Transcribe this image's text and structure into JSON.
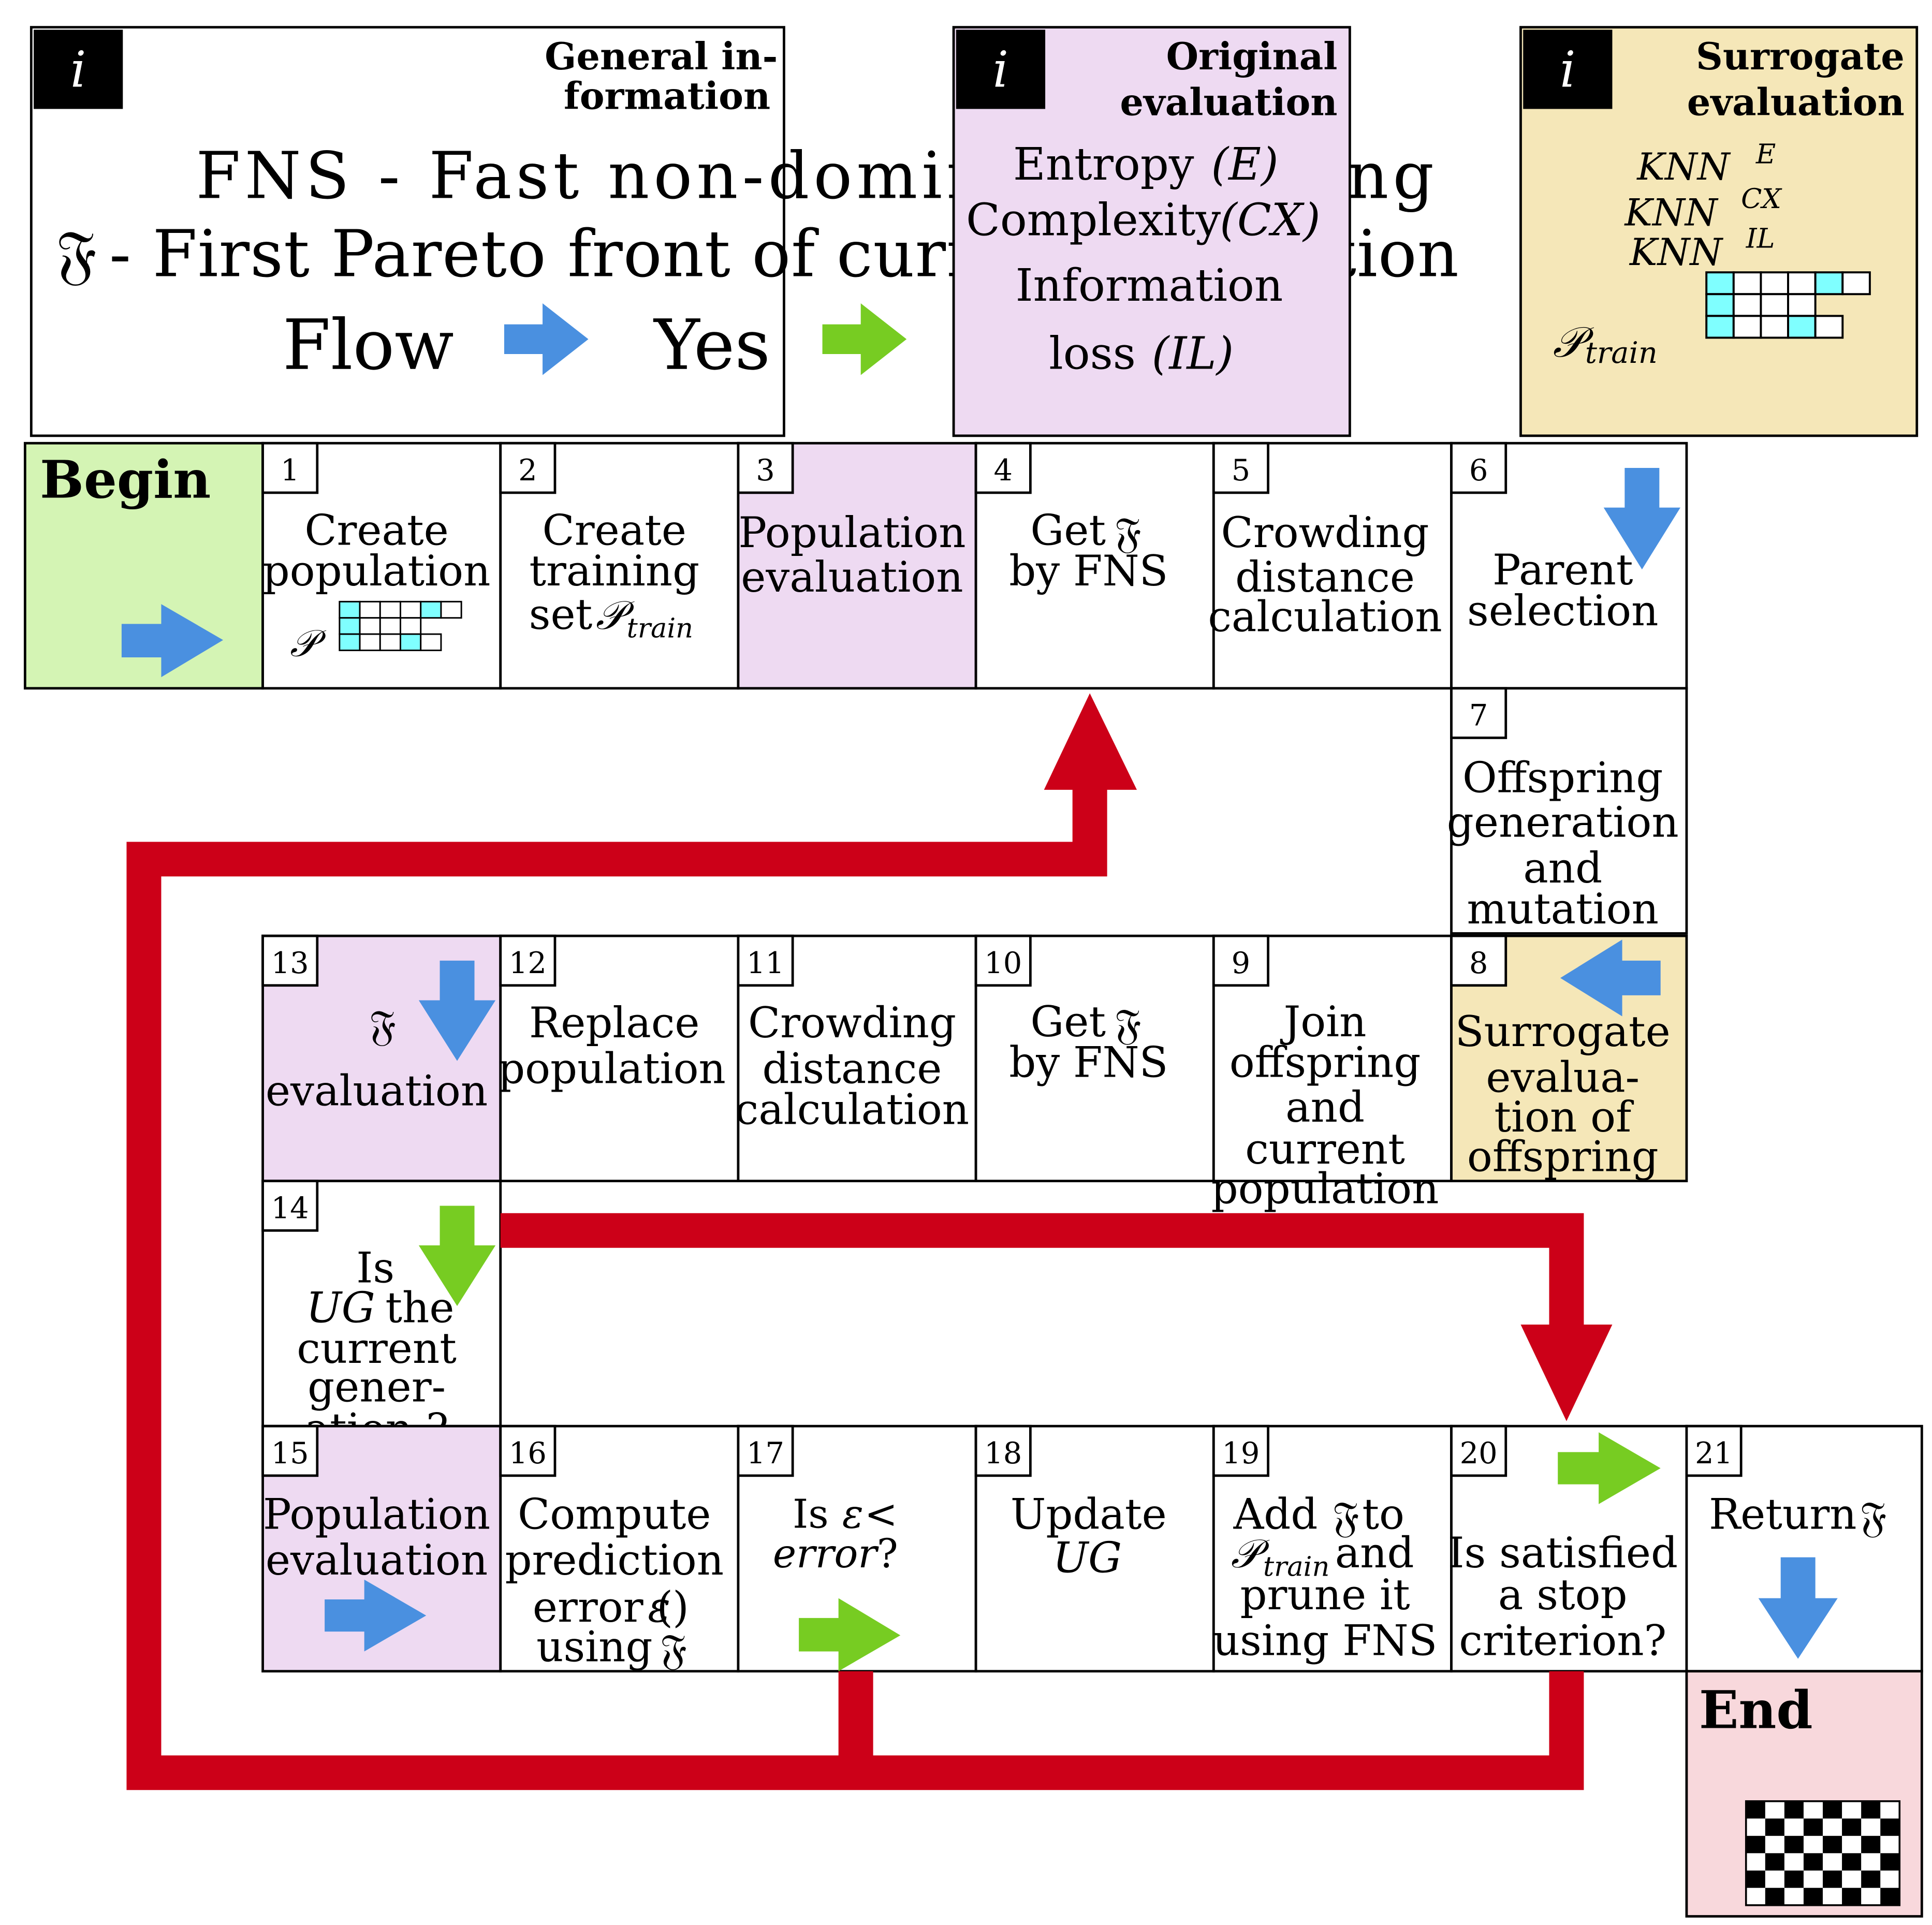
{
  "colors": {
    "blue_arrow": "#4a90e0",
    "green_arrow": "#77cc22",
    "red_arrow": "#cc0018",
    "purple_fill": "#eedaf2",
    "yellow_fill": "#f5e7b8",
    "green_fill": "#d4f4b4",
    "pink_fill": "#f8d8dc",
    "cyan_cell": "#7fffff",
    "info_badge": "#000000"
  },
  "icons": {
    "info": "info-i-icon",
    "flow": "blue-arrow-icon",
    "yes": "green-arrow-icon",
    "finish": "checkered-flag-icon",
    "population_grid": "population-grid-icon"
  },
  "legend": {
    "general": {
      "badge": "i",
      "title_line1": "General in-",
      "title_line2": "formation",
      "fns_line": "FNS - Fast non-dominated sorting",
      "front_symbol": "𝔉",
      "front_line": " - First Pareto front of current population",
      "flow_label": "Flow",
      "yes_label": "Yes"
    },
    "original": {
      "badge": "i",
      "title_line1": "Original",
      "title_line2": "evaluation",
      "entropy": "Entropy",
      "entropy_sym": "(E)",
      "complexity": "Complexity",
      "complexity_sym": "(CX)",
      "information": "Information",
      "loss": "loss",
      "loss_sym": "(IL)"
    },
    "surrogate": {
      "badge": "i",
      "title_line1": "Surrogate",
      "title_line2": "evaluation",
      "knn": "KNN",
      "sup_e": "E",
      "sup_cx": "CX",
      "sup_il": "IL",
      "ptrain_p": "𝒫",
      "ptrain_sub": "train"
    }
  },
  "begin": {
    "label": "Begin"
  },
  "end": {
    "label": "End"
  },
  "steps": {
    "s1": {
      "num": "1",
      "line1": "Create",
      "line2": "population",
      "sym": "𝒫"
    },
    "s2": {
      "num": "2",
      "line1": "Create",
      "line2": "training",
      "line3_prefix": "set ",
      "sym": "𝒫",
      "sub": "train"
    },
    "s3": {
      "num": "3",
      "line1": "Population",
      "line2": "evaluation"
    },
    "s4": {
      "num": "4",
      "line1": "Get",
      "sym": "𝔉",
      "line2": "by FNS"
    },
    "s5": {
      "num": "5",
      "line1": "Crowding",
      "line2": "distance",
      "line3": "calculation"
    },
    "s6": {
      "num": "6",
      "line1": "Parent",
      "line2": "selection"
    },
    "s7": {
      "num": "7",
      "line1": "Offspring",
      "line2": "generation",
      "line3": "and",
      "line4": "mutation"
    },
    "s8": {
      "num": "8",
      "line1": "Surrogate",
      "line2": "evalua-",
      "line3": "tion of",
      "line4": "offspring"
    },
    "s9": {
      "num": "9",
      "line1": "Join",
      "line2": "offspring",
      "line3": "and",
      "line4": "current",
      "line5": "population"
    },
    "s10": {
      "num": "10",
      "line1": "Get",
      "sym": "𝔉",
      "line2": "by FNS"
    },
    "s11": {
      "num": "11",
      "line1": "Crowding",
      "line2": "distance",
      "line3": "calculation"
    },
    "s12": {
      "num": "12",
      "line1": "Replace",
      "line2": "population"
    },
    "s13": {
      "num": "13",
      "sym": "𝔉",
      "line2": "evaluation"
    },
    "s14": {
      "num": "14",
      "line1": "Is",
      "ug": "UG",
      "line2_rest": "the",
      "line3": "current",
      "line4": "gener-",
      "line5": "ation ?"
    },
    "s15": {
      "num": "15",
      "line1": "Population",
      "line2": "evaluation"
    },
    "s16": {
      "num": "16",
      "line1": "Compute",
      "line2": "prediction",
      "line3_prefix": "error (",
      "eps": "ε",
      "line3_suffix": ")",
      "line4_prefix": "using ",
      "sym": "𝔉"
    },
    "s17": {
      "num": "17",
      "line1_prefix": "Is ",
      "eps": "ε",
      "line1_suffix": " <",
      "err": "error",
      "line2_suffix": " ?"
    },
    "s18": {
      "num": "18",
      "line1": "Update",
      "ug": "UG"
    },
    "s19": {
      "num": "19",
      "line1_prefix": "Add ",
      "sym": "𝔉",
      "line1_suffix": " to",
      "ptrain_p": "𝒫",
      "ptrain_sub": "train",
      "line2_suffix": " and",
      "line3": "prune it",
      "line4": "using FNS"
    },
    "s20": {
      "num": "20",
      "line1": "Is satisfied",
      "line2": "a stop",
      "line3": "criterion?"
    },
    "s21": {
      "num": "21",
      "line1_prefix": "Return ",
      "sym": "𝔉"
    }
  }
}
